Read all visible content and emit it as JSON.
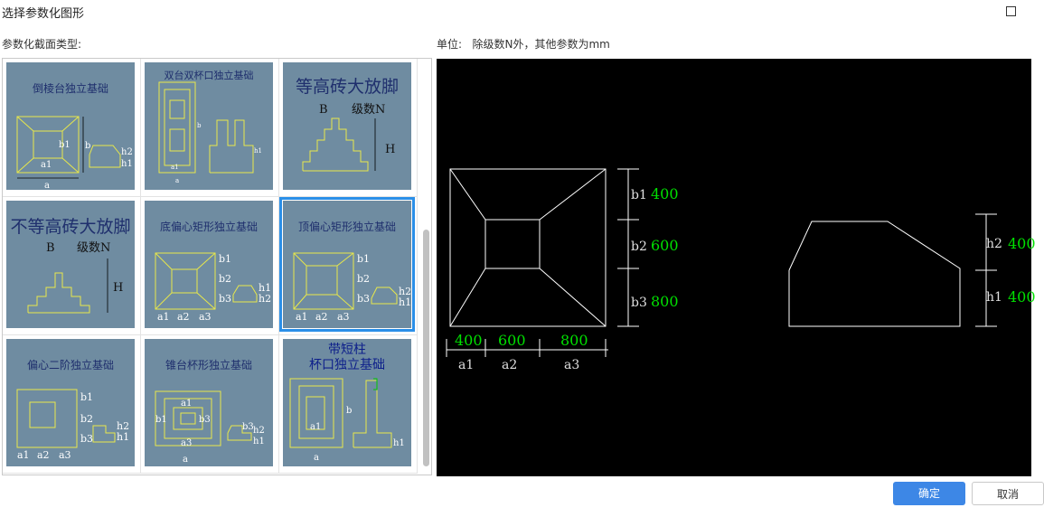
{
  "dialog": {
    "title": "选择参数化图形"
  },
  "left_label": "参数化截面类型:",
  "units": {
    "label": "单位:",
    "text": "除级数N外，其他参数为mm"
  },
  "shapes": [
    {
      "title": "倒棱台独立基础",
      "selected": false
    },
    {
      "title": "双台双杯口独立基础",
      "selected": false
    },
    {
      "title": "等高砖大放脚",
      "selected": false
    },
    {
      "title": "不等高砖大放脚",
      "selected": false
    },
    {
      "title": "底偏心矩形独立基础",
      "selected": false
    },
    {
      "title": "顶偏心矩形独立基础",
      "selected": true
    },
    {
      "title": "偏心二阶独立基础",
      "selected": false
    },
    {
      "title": "锥台杯形独立基础",
      "selected": false
    },
    {
      "title_line1": "带短柱",
      "title_line2": "杯口独立基础",
      "selected": false
    }
  ],
  "thumb_labels": {
    "a": "a",
    "b": "b",
    "a1": "a1",
    "a2": "a2",
    "a3": "a3",
    "b1": "b1",
    "b2": "b2",
    "b3": "b3",
    "h1": "h1",
    "h2": "h2",
    "B": "B",
    "N": "级数N",
    "H": "H"
  },
  "preview": {
    "a_values": [
      "400",
      "600",
      "800"
    ],
    "a_labels": [
      "a1",
      "a2",
      "a3"
    ],
    "b_values": [
      "400",
      "600",
      "800"
    ],
    "b_labels": [
      "b1",
      "b2",
      "b3"
    ],
    "h_labels": [
      "h2",
      "h1"
    ],
    "h_values": [
      "400",
      "400"
    ],
    "colors": {
      "line": "#ffffff",
      "value": "#00e000",
      "label": "#e0e0e0"
    }
  },
  "buttons": {
    "ok": "确定",
    "cancel": "取消"
  }
}
